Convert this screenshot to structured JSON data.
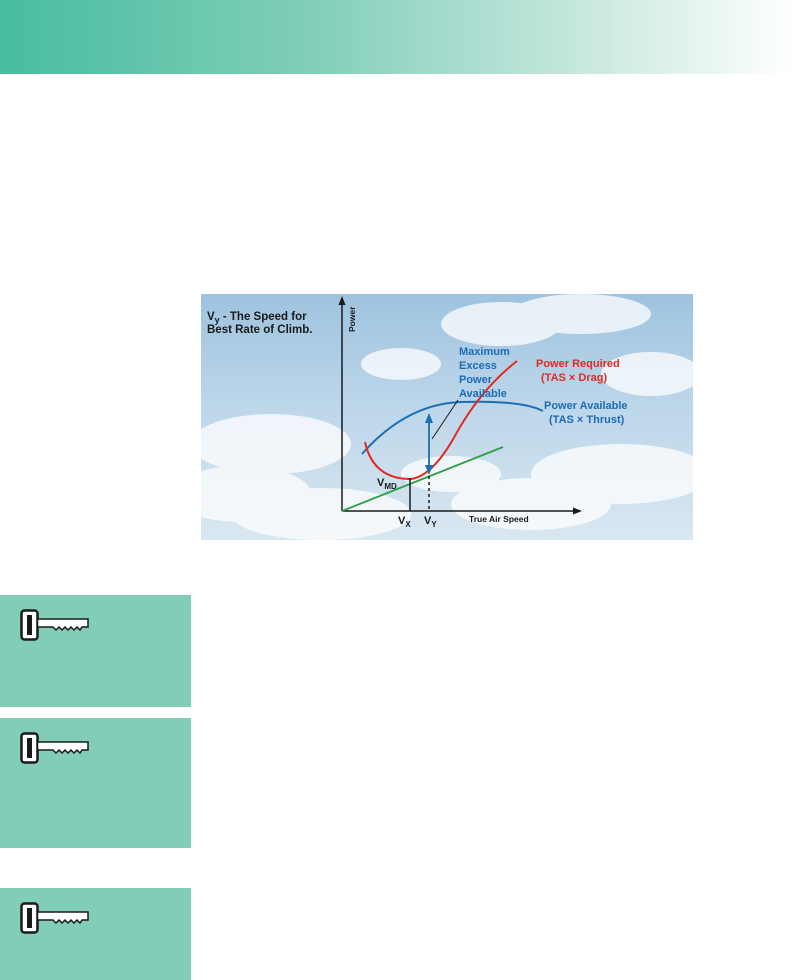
{
  "figure": {
    "title_main": "V",
    "title_sub": "y",
    "title_line1_rest": " - The Speed for",
    "title_line2": "Best Rate of Climb.",
    "y_axis_label": "Power",
    "x_axis_label": "True Air Speed",
    "excess_label": [
      "Maximum",
      "Excess",
      "Power",
      "Available"
    ],
    "power_required_label": [
      "Power Required",
      "(TAS × Drag)"
    ],
    "power_available_label": [
      "Power Available",
      "(TAS × Thrust)"
    ],
    "vmd_main": "V",
    "vmd_sub": "MD",
    "vx_main": "V",
    "vx_sub": "X",
    "vy_main": "V",
    "vy_sub": "Y"
  },
  "key_boxes": [
    {
      "icon": "key-icon"
    },
    {
      "icon": "key-icon"
    },
    {
      "icon": "key-icon"
    }
  ],
  "colors": {
    "header_band_start": "#48bd9e",
    "sidebar_box": "#82cdb8",
    "power_required": "#e02a22",
    "power_available": "#1a6fb5",
    "tangent_line": "#2ea043",
    "excess_label": "#1b6cb5"
  }
}
